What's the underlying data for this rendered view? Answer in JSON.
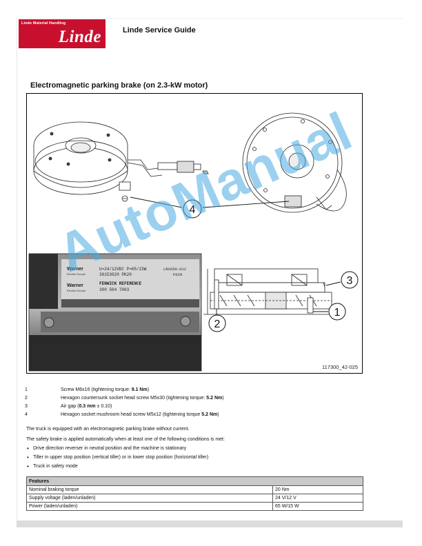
{
  "header": {
    "logo_tagline": "Linde Material Handling",
    "logo_brand": "Linde",
    "guide_title": "Linde Service Guide"
  },
  "section_title": "Electromagnetic parking brake (on 2.3-kW motor)",
  "figure": {
    "callouts": [
      "1",
      "2",
      "3",
      "4"
    ],
    "reference": "117300_42-025",
    "label_line1": "U=24/12VDC  P=65/15W",
    "label_line2": "30153020  PK20",
    "label_serial": "LRX650-012",
    "label_brand": "Warner",
    "label_sub": "Electric Europe",
    "label_ref_title": "FENWICK REFERENCE",
    "label_ref_number": "300 504 7003",
    "label_side": "F029"
  },
  "watermark": "AutoManual",
  "legend": [
    {
      "num": "1",
      "text": "Screw M6x16 (tightening torque: ",
      "bold": "9.1 Nm",
      "after": ")"
    },
    {
      "num": "2",
      "text": "Hexagon countersunk socket head screw M5x30 (tightening torque: ",
      "bold": "5.2 Nm",
      "after": ")"
    },
    {
      "num": "3",
      "text": "Air gap (",
      "bold": "0.3 mm",
      "after": " ± 0.10)"
    },
    {
      "num": "4",
      "text": "Hexagon socket mushroom head screw M5x12 (tightening torque ",
      "bold": "5.2 Nm",
      "after": ")"
    }
  ],
  "paragraphs": {
    "intro": "The truck is equipped with an electromagnetic parking brake without current.",
    "conditions": "The safety brake is applied automatically when at least one of the following conditions is met:"
  },
  "bullets": [
    "Drive direction reverser in neutral position and the machine is stationary",
    "Tiller in upper stop position (vertical tiller) or in lower stop position (horizontal tiller)",
    "Truck in safety mode"
  ],
  "features": {
    "header": "Features",
    "rows": [
      [
        "Nominal braking torque",
        "20 Nm"
      ],
      [
        "Supply voltage (laden/unladen)",
        "24 V/12 V"
      ],
      [
        "Power (laden/unladen)",
        "65 W/15 W"
      ]
    ]
  }
}
